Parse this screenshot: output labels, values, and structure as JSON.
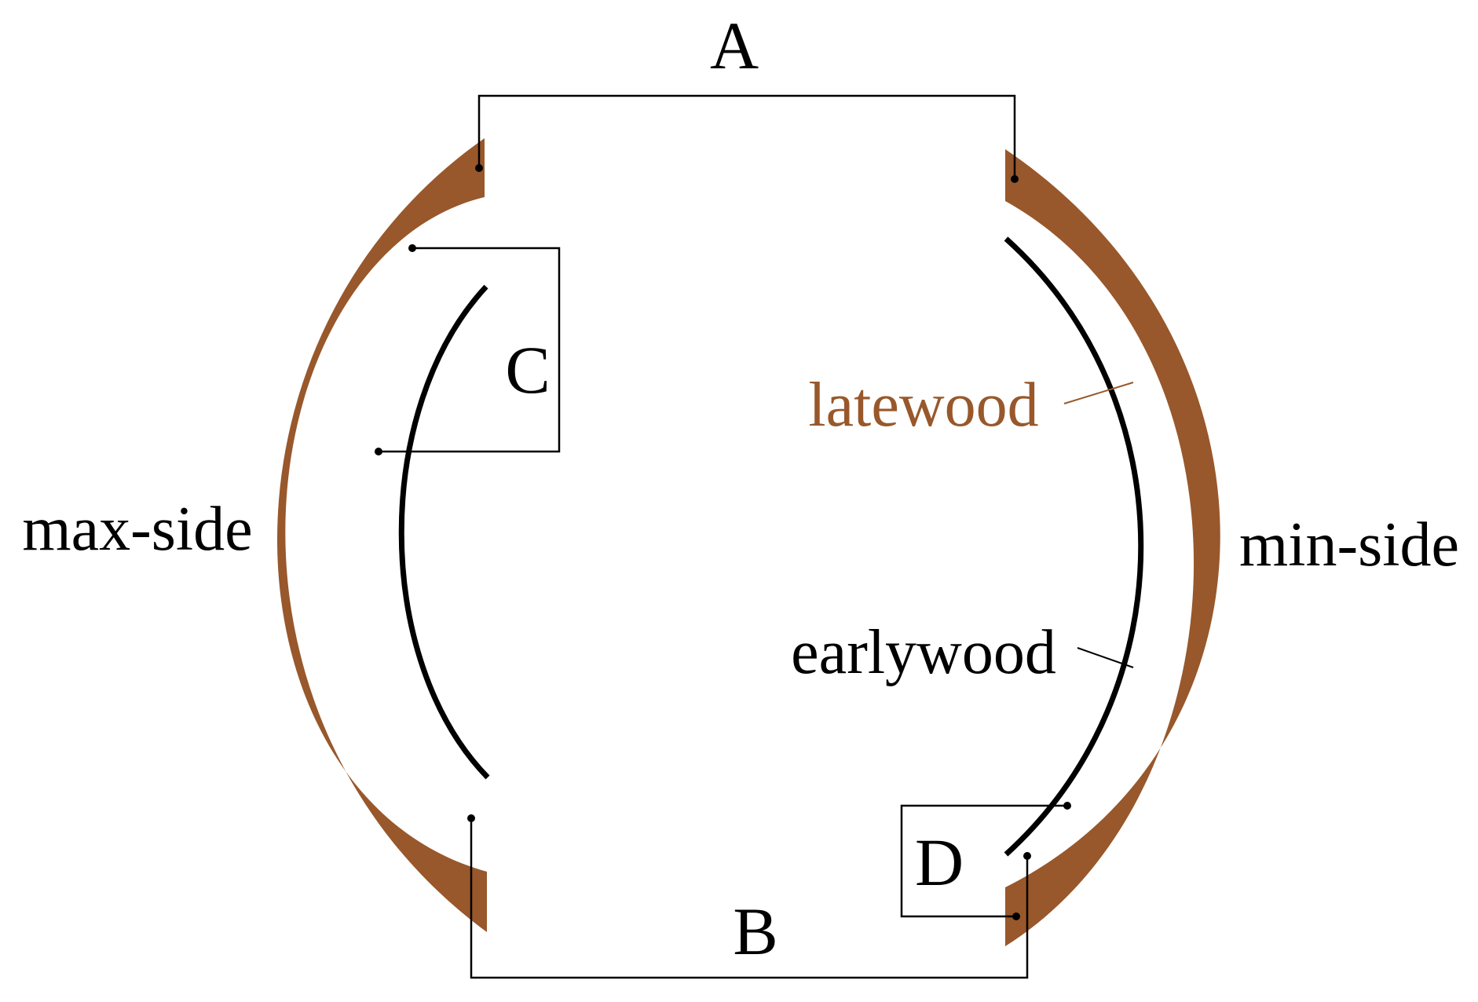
{
  "labels": {
    "a": "A",
    "b": "B",
    "c": "C",
    "d": "D",
    "max_side": "max-side",
    "min_side": "min-side",
    "latewood": "latewood",
    "earlywood": "earlywood"
  },
  "colors": {
    "latewood": "#98582b",
    "earlywood": "#000000",
    "line": "#000000",
    "background": "#ffffff"
  }
}
